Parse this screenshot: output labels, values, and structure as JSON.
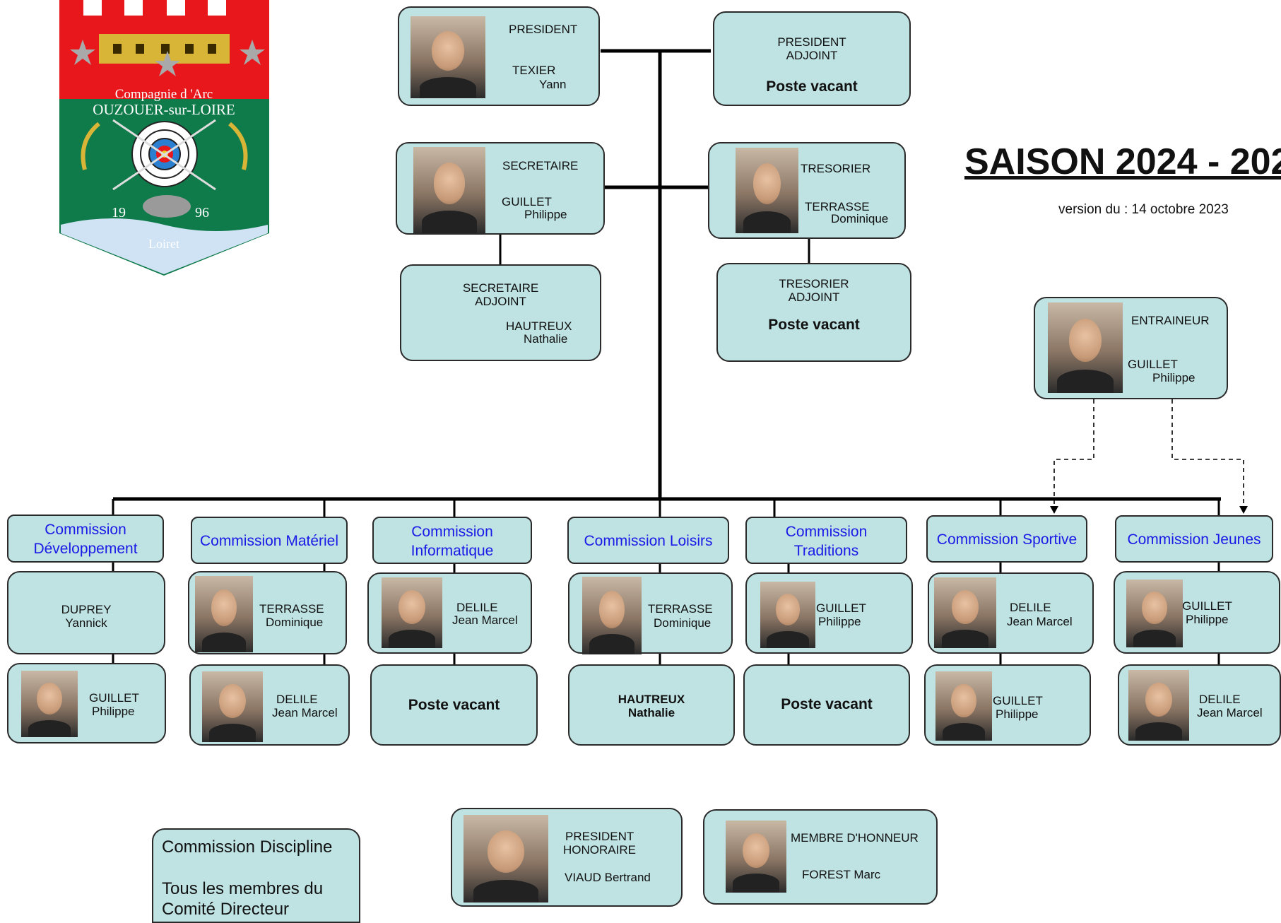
{
  "title": "SAISON 2024 - 202",
  "version": "version du : 14 octobre 2023",
  "crest": {
    "line1": "Compagnie d 'Arc",
    "line2": "OUZOUER-sur-LOIRE",
    "year_left": "19",
    "year_right": "96",
    "region": "Loiret",
    "colors": {
      "red": "#e8171c",
      "green": "#0f7a4a",
      "gold": "#d8b536",
      "water": "#cfe3f5"
    }
  },
  "colors": {
    "box_fill": "#bfe2e3",
    "commission_text": "#1a1ae6",
    "border": "#2a2a2a"
  },
  "bureau": {
    "president": {
      "role": "PRESIDENT",
      "last": "TEXIER",
      "first": "Yann"
    },
    "president_adjoint": {
      "role1": "PRESIDENT",
      "role2": "ADJOINT",
      "status": "Poste vacant"
    },
    "secretaire": {
      "role": "SECRETAIRE",
      "last": "GUILLET",
      "first": "Philippe"
    },
    "tresorier": {
      "role": "TRESORIER",
      "last": "TERRASSE",
      "first": "Dominique"
    },
    "secretaire_adjoint": {
      "role1": "SECRETAIRE",
      "role2": "ADJOINT",
      "last": "HAUTREUX",
      "first": "Nathalie"
    },
    "tresorier_adjoint": {
      "role1": "TRESORIER",
      "role2": "ADJOINT",
      "status": "Poste vacant"
    },
    "entraineur": {
      "role": "ENTRAINEUR",
      "last": "GUILLET",
      "first": "Philippe"
    }
  },
  "commissions": [
    {
      "l1": "Commission",
      "l2": "Développement",
      "m1": {
        "last": "DUPREY",
        "first": "Yannick"
      },
      "m2": {
        "last": "GUILLET",
        "first": "Philippe"
      }
    },
    {
      "l1": "Commission Matériel",
      "l2": "",
      "m1": {
        "last": "TERRASSE",
        "first": "Dominique"
      },
      "m2": {
        "last": "DELILE",
        "first": "Jean Marcel"
      }
    },
    {
      "l1": "Commission",
      "l2": "Informatique",
      "m1": {
        "last": "DELILE",
        "first": "Jean Marcel"
      },
      "m2": {
        "status": "Poste vacant"
      }
    },
    {
      "l1": "Commission Loisirs",
      "l2": "",
      "m1": {
        "last": "TERRASSE",
        "first": "Dominique"
      },
      "m2": {
        "last": "HAUTREUX",
        "first": "Nathalie"
      }
    },
    {
      "l1": "Commission",
      "l2": "Traditions",
      "m1": {
        "last": "GUILLET",
        "first": "Philippe"
      },
      "m2": {
        "status": "Poste vacant"
      }
    },
    {
      "l1": "Commission Sportive",
      "l2": "",
      "m1": {
        "last": "DELILE",
        "first": "Jean Marcel"
      },
      "m2": {
        "last": "GUILLET",
        "first": "Philippe"
      }
    },
    {
      "l1": "Commission Jeunes",
      "l2": "",
      "m1": {
        "last": "GUILLET",
        "first": "Philippe"
      },
      "m2": {
        "last": "DELILE",
        "first": "Jean Marcel"
      }
    }
  ],
  "discipline": {
    "title": "Commission Discipline",
    "text1": "Tous les membres du",
    "text2": "Comité Directeur"
  },
  "honoraire": {
    "role1": "PRESIDENT",
    "role2": "HONORAIRE",
    "name": "VIAUD Bertrand"
  },
  "honneur": {
    "role": "MEMBRE D'HONNEUR",
    "name": "FOREST Marc"
  }
}
